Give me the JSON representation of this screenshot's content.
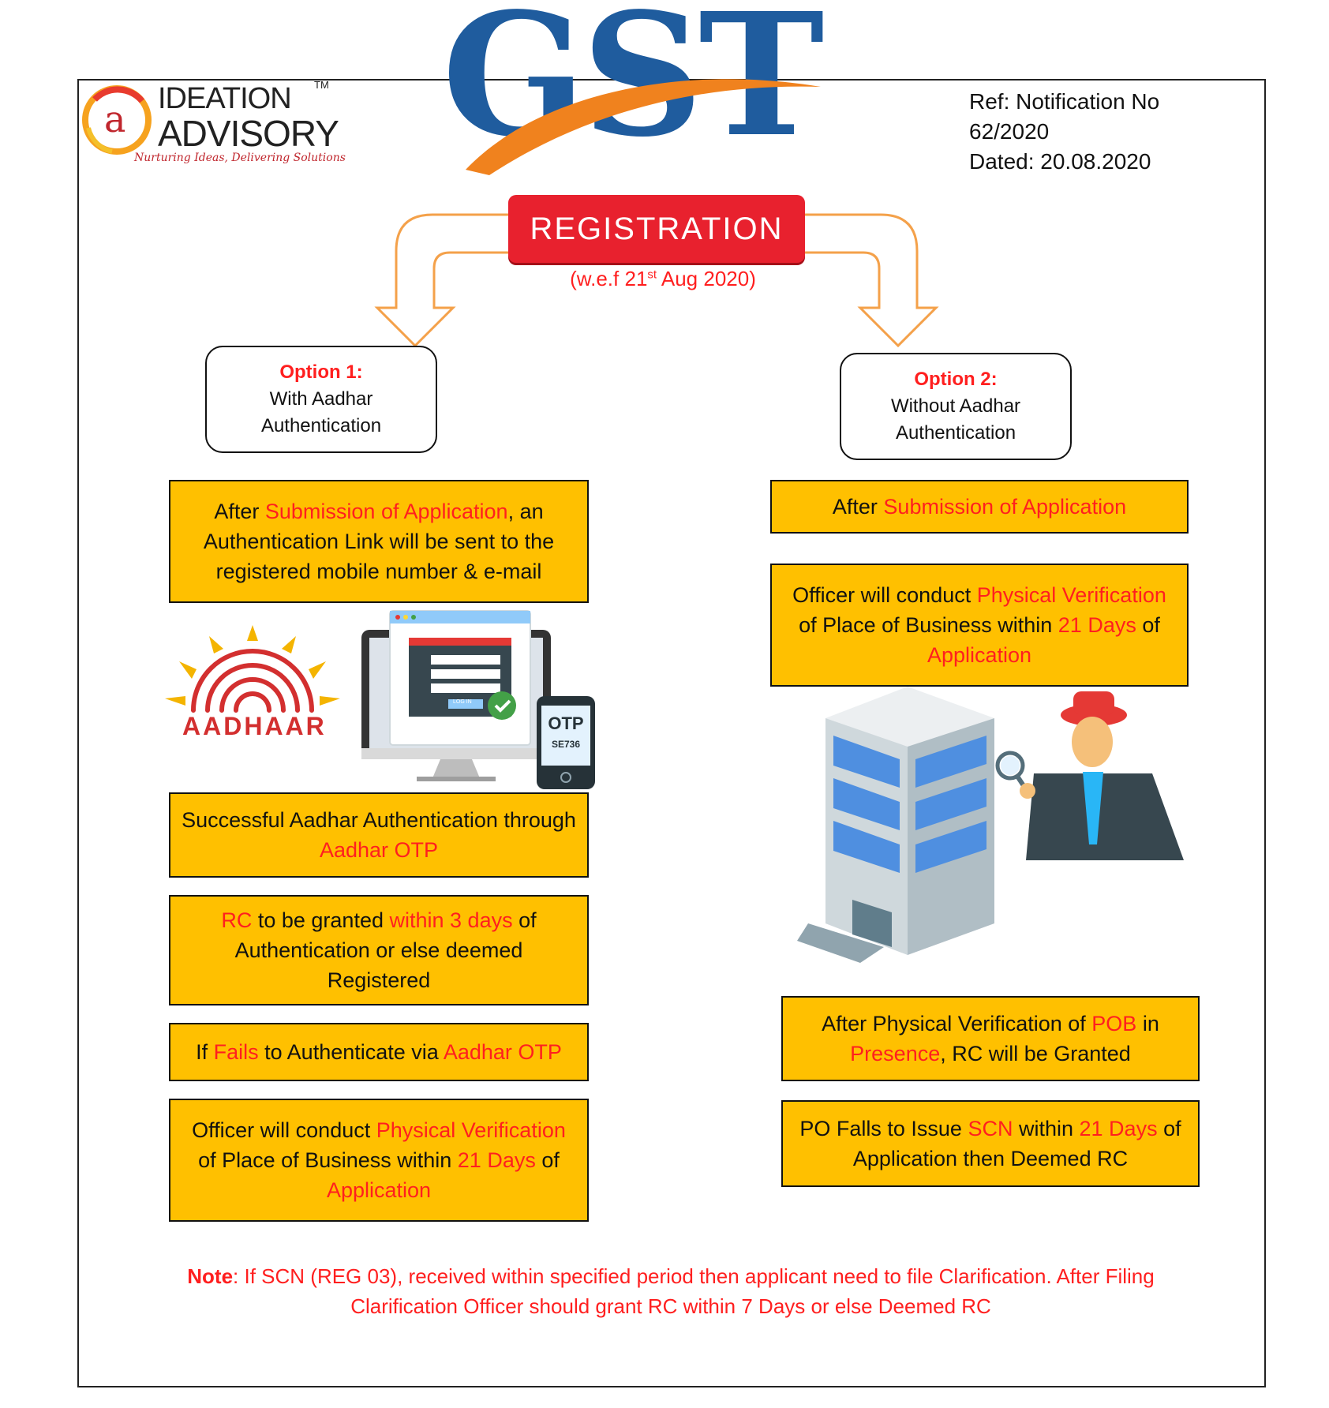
{
  "logo": {
    "letter": "a",
    "line1": "IDEATION",
    "tm": "TM",
    "line2": "ADVISORY",
    "tagline": "Nurturing Ideas, Delivering Solutions"
  },
  "header": {
    "gst": "GST",
    "ref_line": "Ref: Notification No 62/2020",
    "dated_line": "Dated: 20.08.2020"
  },
  "registration": {
    "label": "REGISTRATION",
    "wef_prefix": "(w.e.f 21",
    "wef_sup": "st",
    "wef_suffix": " Aug 2020)"
  },
  "option1": {
    "title": "Option 1:",
    "line1": "With Aadhar",
    "line2": "Authentication"
  },
  "option2": {
    "title": "Option 2:",
    "line1": "Without Aadhar",
    "line2": "Authentication"
  },
  "left_steps": {
    "s1": {
      "a": "After ",
      "b": "Submission of Application",
      "c": ", an Authentication Link will be sent to the registered mobile number & e-mail"
    },
    "s2": {
      "a": "Successful Aadhar Authentication through ",
      "b": "Aadhar OTP"
    },
    "s3": {
      "a": "RC",
      "b": " to be granted ",
      "c": "within 3 days",
      "d": " of Authentication or else deemed Registered"
    },
    "s4": {
      "a": "If ",
      "b": "Fails",
      "c": " to Authenticate via ",
      "d": "Aadhar OTP"
    },
    "s5": {
      "a": "Officer will conduct ",
      "b": "Physical Verification",
      "c": " of Place of Business within ",
      "d": "21 Days",
      "e": " of ",
      "f": "Application"
    }
  },
  "right_steps": {
    "s1": {
      "a": "After ",
      "b": "Submission of Application"
    },
    "s2": {
      "a": "Officer will conduct ",
      "b": "Physical Verification",
      "c": " of Place of Business within ",
      "d": "21 Days",
      "e": " of ",
      "f": "Application"
    },
    "s3": {
      "a": "After Physical Verification of ",
      "b": "POB",
      "c": " in ",
      "d": "Presence",
      "e": ", RC will be Granted"
    },
    "s4": {
      "a": "PO Falls to Issue ",
      "b": "SCN",
      "c": " within ",
      "d": "21 Days",
      "e": " of Application then Deemed RC"
    }
  },
  "illustrations": {
    "aadhaar_label": "AADHAAR",
    "otp_label": "OTP",
    "otp_code": "SE736",
    "login_label": "LOG IN"
  },
  "note": {
    "label": "Note",
    "text": ": If SCN (REG 03), received within specified period then applicant need to file Clarification. After Filing Clarification Officer should grant RC within 7 Days or else Deemed RC"
  },
  "colors": {
    "box_fill": "#ffc000",
    "highlight_red": "#ff1f1f",
    "registration_red": "#e8212e",
    "gst_blue": "#1f5c9e",
    "gst_swoosh": "#f0821e",
    "arrow_orange": "#f4a14a"
  }
}
